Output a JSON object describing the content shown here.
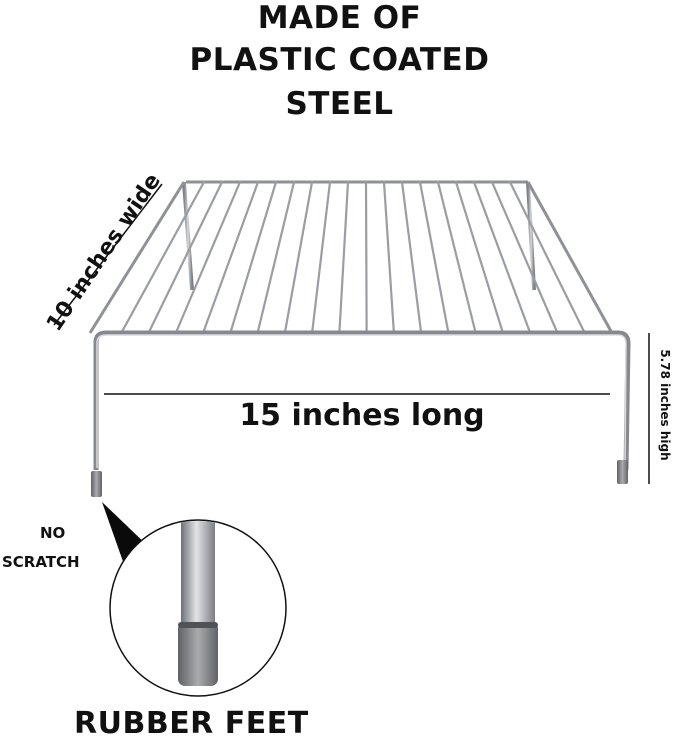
{
  "title": {
    "line1": "MADE OF",
    "line2": "PLASTIC COATED",
    "line3": "STEEL"
  },
  "dimensions": {
    "length_label": "15 inches long",
    "width_label": "10 inches wide",
    "height_label": "5.78 inches high"
  },
  "callout": {
    "line1": "NO",
    "line2": "SCRATCH",
    "caption": "RUBBER FEET"
  },
  "colors": {
    "wire": "#a7a9ad",
    "wire_dark": "#6f7378",
    "rubber": "#8a8c90",
    "text": "#111111"
  }
}
